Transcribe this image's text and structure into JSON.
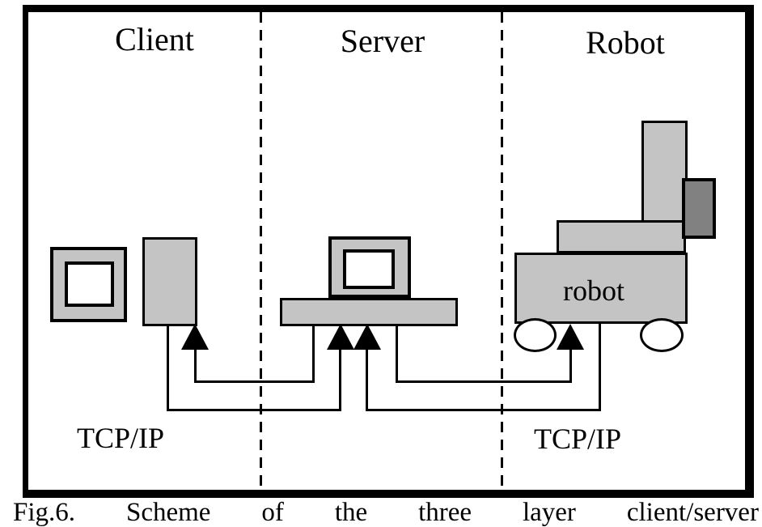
{
  "sections": [
    {
      "label": "Client"
    },
    {
      "label": "Server"
    },
    {
      "label": "Robot"
    }
  ],
  "robot": {
    "body_label": "robot"
  },
  "network": {
    "tcp_left": "TCP/IP",
    "tcp_right": "TCP/IP"
  },
  "caption": {
    "full_text": "Fig.6. Scheme of the three layer client/server",
    "words": [
      "Fig.6.",
      "Scheme",
      "of",
      "the",
      "three",
      "layer",
      "client/server"
    ]
  },
  "colors": {
    "device_fill": "#c4c4c4",
    "dark_device_fill": "#818181",
    "line": "#000000",
    "background": "#ffffff"
  }
}
